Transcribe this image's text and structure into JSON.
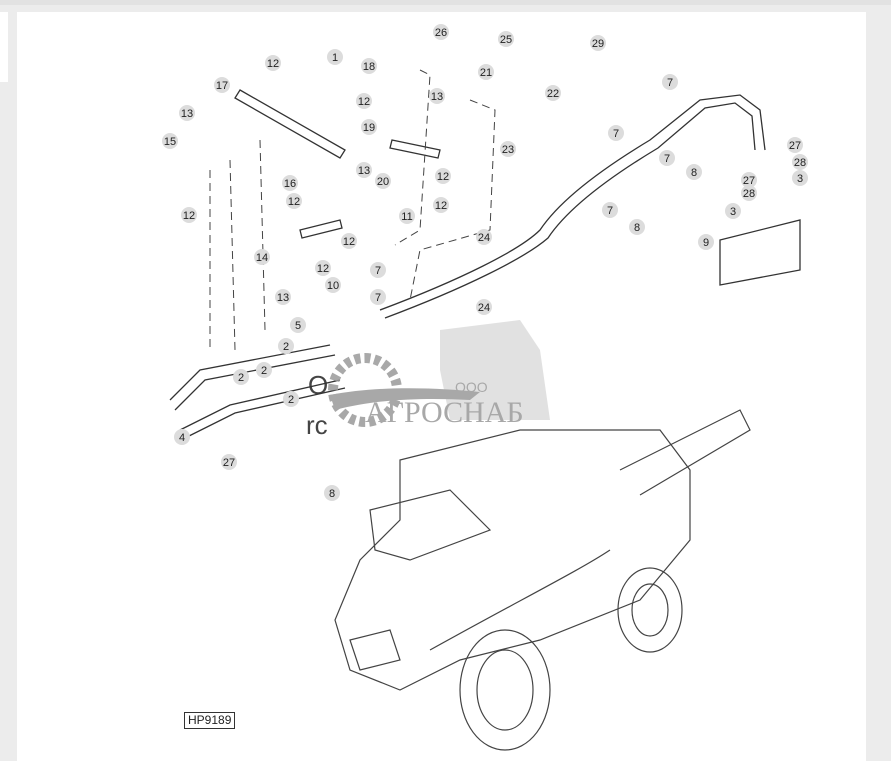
{
  "figure": {
    "code": "HP9189",
    "callouts": [
      "1",
      "12",
      "17",
      "18",
      "26",
      "25",
      "29",
      "21",
      "22",
      "23",
      "7",
      "7",
      "7",
      "7",
      "13",
      "15",
      "12",
      "12",
      "19",
      "13",
      "13",
      "12",
      "12",
      "16",
      "20",
      "11",
      "12",
      "12",
      "14",
      "12",
      "13",
      "10",
      "7",
      "7",
      "24",
      "24",
      "8",
      "8",
      "9",
      "27",
      "28",
      "27",
      "28",
      "3",
      "3",
      "5",
      "2",
      "2",
      "2",
      "2",
      "4",
      "27",
      "8"
    ],
    "hidden_text": [
      "O",
      "rc"
    ]
  },
  "watermark": {
    "prefix": "ООО",
    "name": "АГРОСНАБ",
    "color": "#9a9a9a"
  },
  "colors": {
    "line": "#333333",
    "callout_bg": "#dcdcdc",
    "background": "#ececec"
  }
}
